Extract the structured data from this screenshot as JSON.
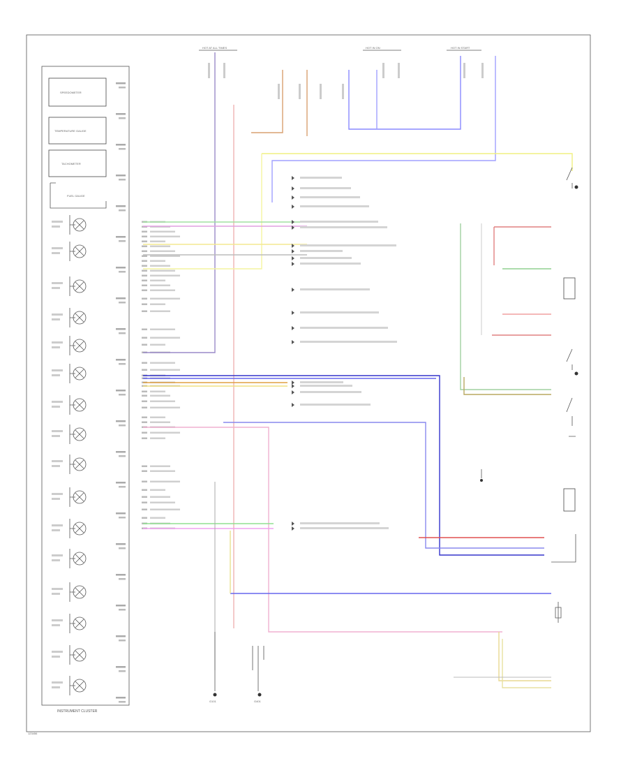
{
  "cluster": {
    "label": "INSTRUMENT CLUSTER",
    "gauges": [
      "SPEEDOMETER",
      "TEMPERATURE GAUGE",
      "TACHOMETER",
      "FUEL GAUGE"
    ]
  },
  "power": [
    "HOT AT ALL TIMES",
    "HOT IN ON",
    "HOT IN START"
  ],
  "ground_points": [
    "G101",
    "G401"
  ],
  "footer_code": "123456"
}
